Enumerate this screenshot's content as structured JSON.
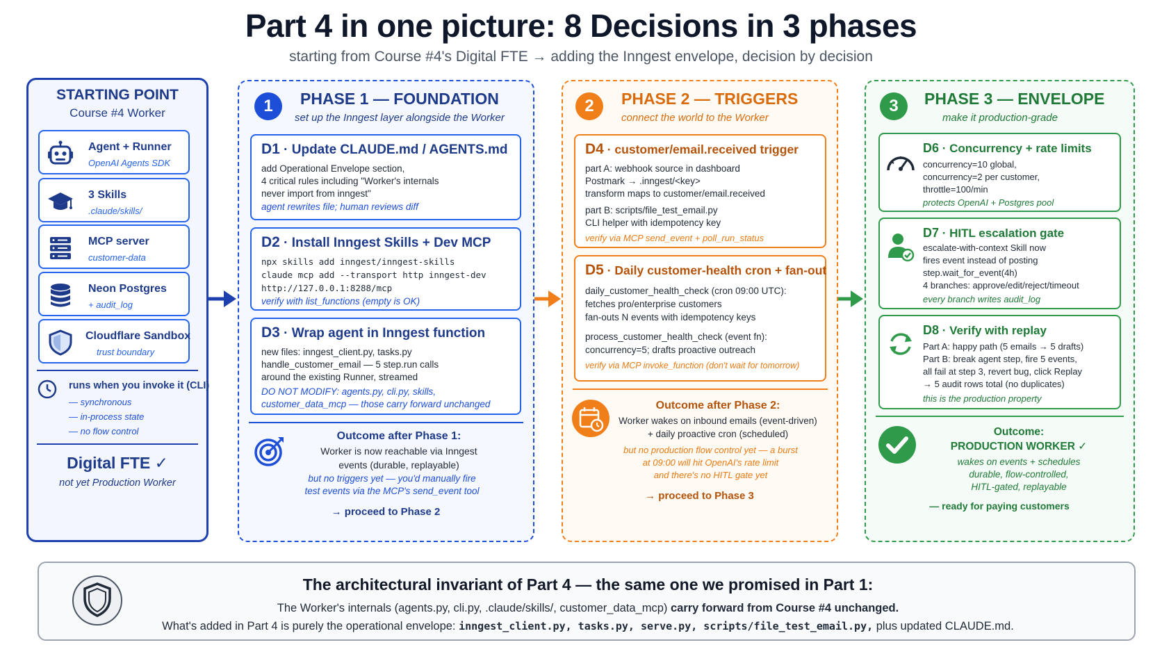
{
  "header": {
    "title": "Part 4 in one picture: 8 Decisions in 3 phases",
    "subtitle": "starting from Course #4's Digital FTE → adding the Inngest envelope, decision by decision"
  },
  "starting_point": {
    "title": "STARTING POINT",
    "subtitle": "Course #4 Worker",
    "cards": [
      {
        "name": "Agent + Runner",
        "desc": "OpenAI Agents SDK",
        "icon": "robot-icon"
      },
      {
        "name": "3 Skills",
        "desc": ".claude/skills/",
        "icon": "graduation-cap-icon"
      },
      {
        "name": "MCP server",
        "desc": "customer-data",
        "icon": "server-icon"
      },
      {
        "name": "Neon Postgres",
        "desc": "+ audit_log",
        "icon": "database-icon"
      },
      {
        "name": "Cloudflare Sandbox",
        "desc": "trust boundary",
        "icon": "shield-icon"
      }
    ],
    "runs_label": "runs when you invoke it (CLI)",
    "runs_items": [
      "— synchronous",
      "— in-process state",
      "— no flow control"
    ],
    "result_title": "Digital FTE ✓",
    "result_sub": "not yet Production Worker"
  },
  "phase1": {
    "number": "1",
    "title": "PHASE 1 — FOUNDATION",
    "subtitle": "set up the Inngest layer alongside the Worker",
    "d1": {
      "num": "D1",
      "title": "Update CLAUDE.md / AGENTS.md",
      "lines": [
        "add Operational Envelope section,",
        "4 critical rules including \"Worker's internals",
        "never import from inngest\""
      ],
      "note": "agent rewrites file; human reviews diff"
    },
    "d2": {
      "num": "D2",
      "title": "Install Inngest Skills + Dev MCP",
      "lines": [
        "npx skills add inngest/inngest-skills",
        "claude mcp add --transport http inngest-dev",
        "http://127.0.0.1:8288/mcp"
      ],
      "note": "verify with list_functions  (empty is OK)"
    },
    "d3": {
      "num": "D3",
      "title": "Wrap agent in Inngest function",
      "lines": [
        "new files: inngest_client.py, tasks.py",
        "handle_customer_email — 5 step.run calls",
        "around the existing Runner, streamed"
      ],
      "notes": [
        "DO NOT MODIFY: agents.py, cli.py, skills,",
        "customer_data_mcp — those carry forward unchanged"
      ]
    },
    "outcome": {
      "title": "Outcome after Phase 1:",
      "lines": [
        "Worker is now reachable via Inngest",
        "events (durable, replayable)"
      ],
      "notes": [
        "but no triggers yet — you'd manually fire",
        "test events via the MCP's send_event tool"
      ],
      "proceed": "→  proceed to Phase 2"
    }
  },
  "phase2": {
    "number": "2",
    "title": "PHASE 2 — TRIGGERS",
    "subtitle": "connect the world to the Worker",
    "d4": {
      "num": "D4",
      "title": "customer/email.received trigger",
      "lines_a": [
        "part A: webhook source in dashboard",
        "Postmark → .inngest/<key>",
        "transform maps to customer/email.received"
      ],
      "lines_b": [
        "part B: scripts/file_test_email.py",
        "CLI helper with idempotency key"
      ],
      "note": "verify via MCP send_event + poll_run_status"
    },
    "d5": {
      "num": "D5",
      "title": "Daily customer-health cron + fan-out",
      "lines_a": [
        "daily_customer_health_check (cron 09:00 UTC):",
        "fetches pro/enterprise customers",
        "fan-outs N events with idempotency keys"
      ],
      "lines_b": [
        "process_customer_health_check (event fn):",
        "concurrency=5; drafts proactive outreach"
      ],
      "note": "verify via MCP invoke_function (don't wait for tomorrow)"
    },
    "outcome": {
      "title": "Outcome after Phase 2:",
      "lines": [
        "Worker wakes on inbound emails (event-driven)",
        "+ daily proactive cron (scheduled)"
      ],
      "notes": [
        "but no production flow control yet — a burst",
        "at 09:00 will hit OpenAI's rate limit",
        "and there's no HITL gate yet"
      ],
      "proceed": "→  proceed to Phase 3"
    }
  },
  "phase3": {
    "number": "3",
    "title": "PHASE 3 — ENVELOPE",
    "subtitle": "make it production-grade",
    "d6": {
      "num": "D6",
      "title": "Concurrency + rate limits",
      "lines": [
        "concurrency=10 global,",
        "concurrency=2 per customer,",
        "throttle=100/min"
      ],
      "note": "protects OpenAI + Postgres pool"
    },
    "d7": {
      "num": "D7",
      "title": "HITL escalation gate",
      "lines": [
        "escalate-with-context Skill now",
        "fires event instead of posting",
        "step.wait_for_event(4h)",
        "4 branches: approve/edit/reject/timeout"
      ],
      "note": "every branch writes audit_log"
    },
    "d8": {
      "num": "D8",
      "title": "Verify with replay",
      "lines": [
        "Part A: happy path (5 emails → 5 drafts)",
        "Part B: break agent step, fire 5 events,",
        "all fail at step 3, revert bug, click Replay",
        "→ 5 audit rows total (no duplicates)"
      ],
      "note": "this is the production property"
    },
    "outcome": {
      "title": "Outcome:",
      "title2": "PRODUCTION WORKER ✓",
      "notes": [
        "wakes on events + schedules",
        "durable, flow-controlled,",
        "HITL-gated, replayable"
      ],
      "final": "— ready for paying customers"
    }
  },
  "invariant": {
    "title": "The architectural invariant of Part 4 — the same one we promised in Part 1:",
    "line1_a": "The Worker's internals (agents.py, cli.py, .claude/skills/, customer_data_mcp) ",
    "line1_b": "carry forward from Course #4 unchanged.",
    "line2_a": "What's added in Part 4 is purely the operational envelope: ",
    "line2_b": "inngest_client.py, tasks.py, serve.py, scripts/file_test_email.py,",
    "line2_c": " plus updated CLAUDE.md."
  },
  "colors": {
    "blue": "#1d4ed8",
    "navy": "#1e3a8a",
    "orange": "#f07f1a",
    "green": "#2f9a4a"
  }
}
